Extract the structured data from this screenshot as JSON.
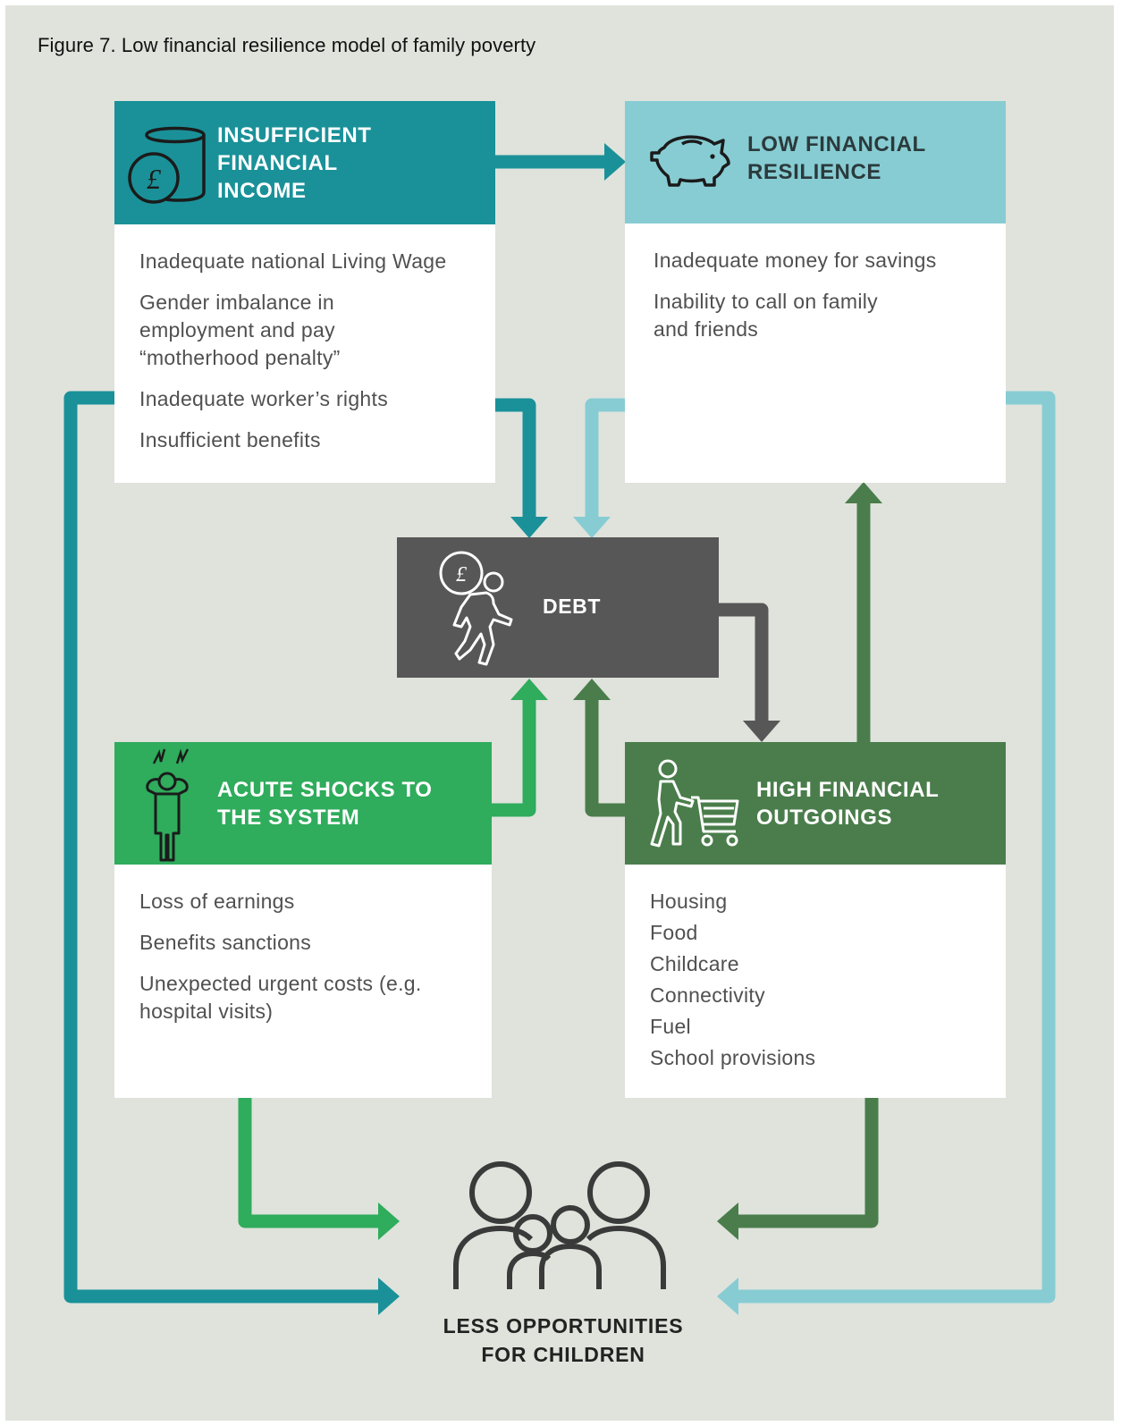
{
  "figure_title": "Figure 7. Low financial resilience model of family poverty",
  "colors": {
    "background": "#dfe3dc",
    "teal_dark": "#1a9199",
    "teal_light": "#87ccd3",
    "charcoal": "#575757",
    "green_bright": "#2fac5c",
    "green_dark": "#4a7d4b"
  },
  "boxes": {
    "income": {
      "icon": "coins-pound-icon",
      "title": "INSUFFICIENT\nFINANCIAL\nINCOME",
      "items": [
        "Inadequate national Living Wage",
        "Gender imbalance in\nemployment and pay\n“motherhood penalty”",
        "Inadequate worker’s rights",
        "Insufficient benefits"
      ]
    },
    "resilience": {
      "icon": "piggy-bank-icon",
      "title": "LOW FINANCIAL\nRESILIENCE",
      "items": [
        "Inadequate money for savings",
        "Inability to call on family\nand friends"
      ]
    },
    "debt": {
      "icon": "person-carrying-pound-icon",
      "title": "DEBT"
    },
    "shocks": {
      "icon": "stressed-person-icon",
      "title": "ACUTE SHOCKS TO\nTHE SYSTEM",
      "items": [
        "Loss of earnings",
        "Benefits sanctions",
        "Unexpected urgent costs (e.g.\nhospital visits)"
      ]
    },
    "outgoings": {
      "icon": "person-with-shopping-trolley-icon",
      "title": "HIGH FINANCIAL\nOUTGOINGS",
      "items": [
        "Housing",
        "Food",
        "Childcare",
        "Connectivity",
        "Fuel",
        "School provisions"
      ]
    }
  },
  "outcome": {
    "icon": "family-group-icon",
    "label": "LESS OPPORTUNITIES\nFOR CHILDREN"
  }
}
